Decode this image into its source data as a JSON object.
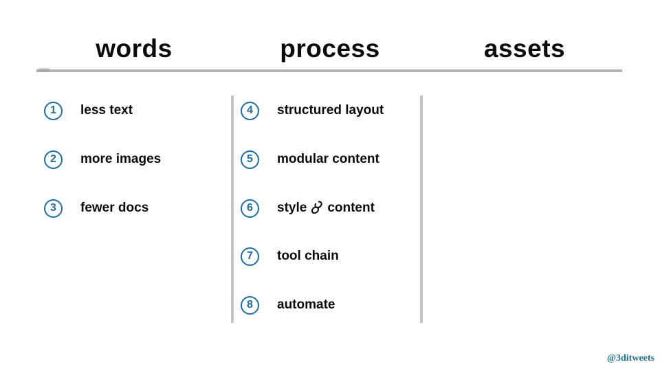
{
  "columns": [
    {
      "header": "words",
      "items": [
        {
          "num": "1",
          "label": "less text"
        },
        {
          "num": "2",
          "label": "more images"
        },
        {
          "num": "3",
          "label": "fewer docs"
        }
      ]
    },
    {
      "header": "process",
      "items": [
        {
          "num": "4",
          "label": "structured layout"
        },
        {
          "num": "5",
          "label": "modular content"
        },
        {
          "num": "6",
          "label_pre": "style",
          "label_post": "content",
          "icon": "link-icon"
        },
        {
          "num": "7",
          "label": "tool chain"
        },
        {
          "num": "8",
          "label": "automate"
        }
      ]
    },
    {
      "header": "assets",
      "items": []
    }
  ],
  "watermark": "@3ditweets",
  "colors": {
    "badge_blue": "#1a6da6",
    "divider_gray": "#c3c3c3",
    "rule_gray": "#b4b4b4",
    "text_black": "#0a0a0a",
    "watermark_teal": "#1e7290"
  }
}
